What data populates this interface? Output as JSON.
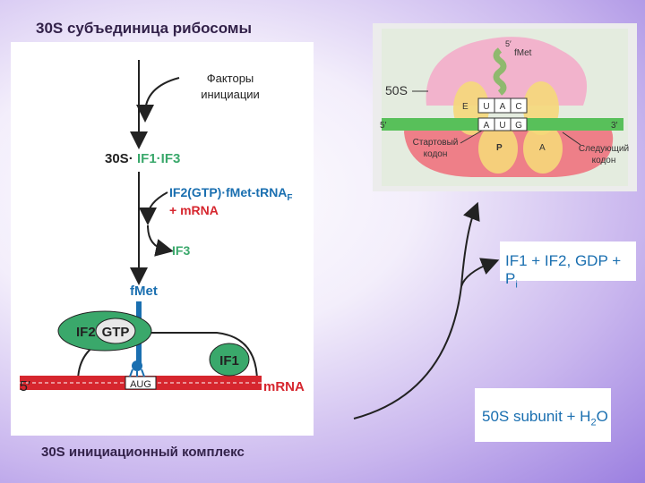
{
  "title": "30S субъединица рибосомы",
  "caption": "30S  инициационный комплекс",
  "left": {
    "factors_label": [
      "Факторы",
      "инициации"
    ],
    "step1_prefix": "30S·",
    "step1_factors": "IF1·IF3",
    "step2_line1": "IF2(GTP)·fMet-tRNA",
    "step2_sub": "F",
    "step2_line2": "+ mRNA",
    "if3_release": "IF3",
    "fmet": "fMet",
    "if2": "IF2",
    "gtp": "GTP",
    "if1": "IF1",
    "five_prime": "5′",
    "aug": "AUG",
    "mrna": "mRNA"
  },
  "right": {
    "label_50s": "50S",
    "fmet": "fMet",
    "five_prime_top": "5′",
    "anticodon": [
      "U",
      "A",
      "C"
    ],
    "codon": [
      "A",
      "U",
      "G"
    ],
    "site_e": "E",
    "site_p": "P",
    "site_a": "A",
    "mrna_5": "5′",
    "mrna_3": "3′",
    "start_codon": [
      "Стартовый",
      "кодон"
    ],
    "next_codon": [
      "Следующий",
      "кодон"
    ]
  },
  "release_if": {
    "text": "IF1 + IF2, GDP + P",
    "sub": "i"
  },
  "release_50s": {
    "text": "50S subunit + H",
    "sub": "2",
    "tail": "O"
  },
  "colors": {
    "blue": "#1a6fb0",
    "green": "#3aa86b",
    "red": "#d6262e",
    "mrna_green": "#58c05a"
  }
}
